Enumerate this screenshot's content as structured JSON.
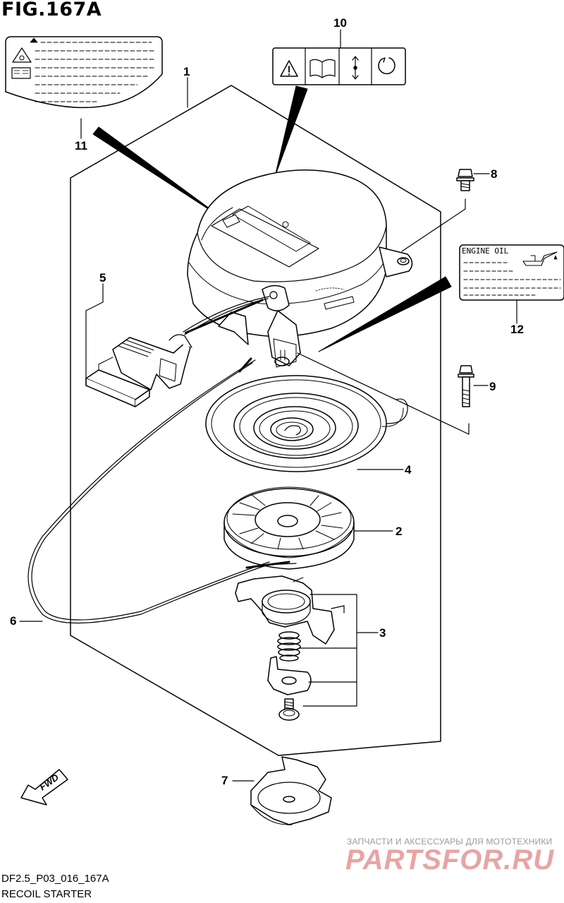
{
  "figure": {
    "title": "FIG.167A",
    "code": "DF2.5_P03_016_167A",
    "caption": "RECOIL STARTER"
  },
  "callouts": [
    "1",
    "2",
    "3",
    "4",
    "5",
    "6",
    "7",
    "8",
    "9",
    "10",
    "11",
    "12"
  ],
  "engine_oil_label": "ENGINE OIL",
  "fwd_label": "FWD",
  "watermark": {
    "subtitle": "ЗАПЧАСТИ И АКСЕССУАРЫ ДЛЯ МОТОТЕХНИКИ",
    "logo": "PARTSFOR.RU"
  },
  "parts": [
    {
      "no": "1",
      "name": "starter-case"
    },
    {
      "no": "2",
      "name": "rope-reel"
    },
    {
      "no": "3",
      "name": "ratchet-set"
    },
    {
      "no": "4",
      "name": "recoil-spring"
    },
    {
      "no": "5",
      "name": "handle"
    },
    {
      "no": "6",
      "name": "rope"
    },
    {
      "no": "7",
      "name": "starter-pulley"
    },
    {
      "no": "8",
      "name": "bolt-short"
    },
    {
      "no": "9",
      "name": "bolt-long"
    },
    {
      "no": "10",
      "name": "warning-label"
    },
    {
      "no": "11",
      "name": "caution-label"
    },
    {
      "no": "12",
      "name": "engine-oil-label"
    }
  ]
}
